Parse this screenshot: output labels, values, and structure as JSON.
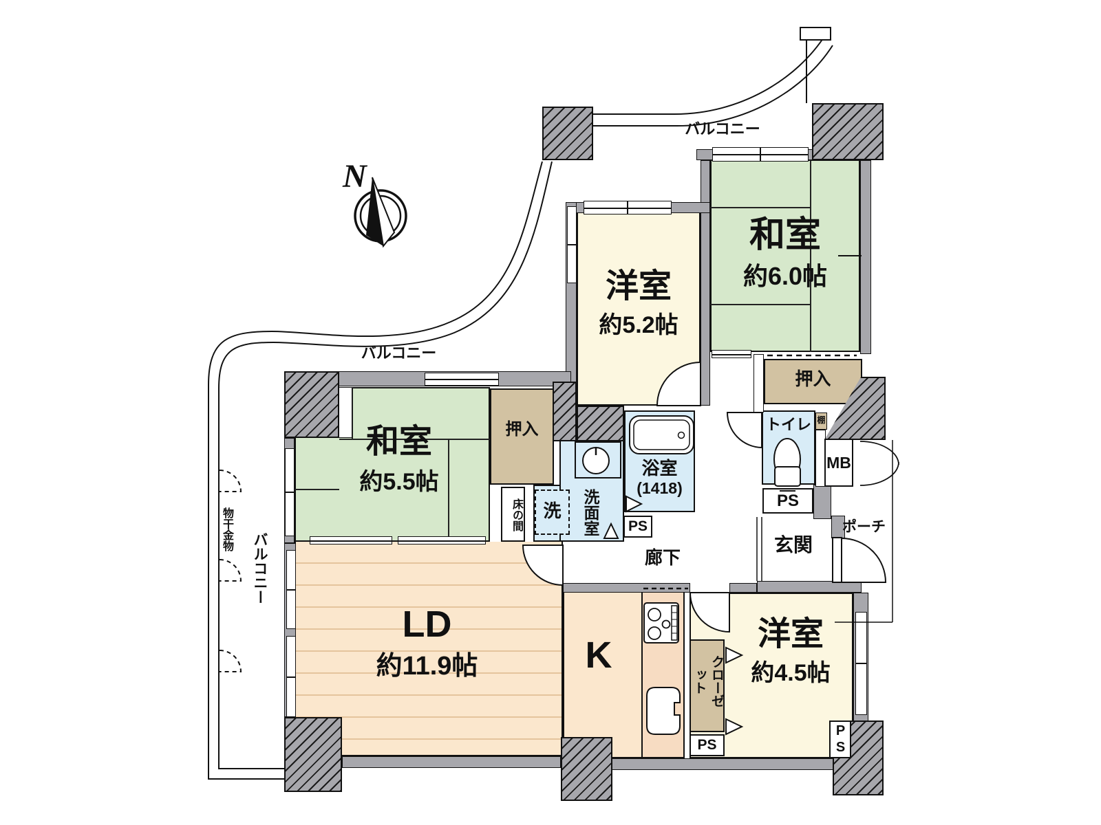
{
  "compass": {
    "north": "N"
  },
  "rooms": {
    "washitsu_6": {
      "name": "和室",
      "size": "約6.0帖"
    },
    "youshitsu_52": {
      "name": "洋室",
      "size": "約5.2帖"
    },
    "washitsu_55": {
      "name": "和室",
      "size": "約5.5帖"
    },
    "living_dining": {
      "name": "LD",
      "size": "約11.9帖"
    },
    "kitchen": {
      "name": "K"
    },
    "youshitsu_45": {
      "name": "洋室",
      "size": "約4.5帖"
    },
    "bathroom": {
      "name": "浴室",
      "size": "(1418)"
    },
    "senmenshitsu": {
      "name": "洗面室"
    },
    "toilet": {
      "name": "トイレ"
    },
    "genkan": {
      "name": "玄関"
    },
    "rouka": {
      "name": "廊下"
    },
    "porch": {
      "name": "ポーチ"
    }
  },
  "storage": {
    "oshiire_north": "押入",
    "oshiire_west": "押入",
    "closet": "クローゼット",
    "tokonoma": "床の間",
    "shelf": "棚",
    "laundry": "洗"
  },
  "balcony": {
    "top": "バルコニー",
    "middle": "バルコニー",
    "left": "バルコニー",
    "hardware": "物干金物"
  },
  "utility": {
    "mb": "MB",
    "ps_bath": "PS",
    "ps_toilet": "PS",
    "ps_closet": "PS",
    "ps_bedroom": "PS"
  },
  "colors": {
    "wall_gray": "#a7a7ac",
    "tatami_green": "#d6e8cb",
    "western_cream": "#fcf7e0",
    "wood_peach": "#fbe7cd",
    "counter": "#f7dcc2",
    "storage_tan": "#d2c2a2",
    "water_blue": "#d8ecf7",
    "line": "#1a1a1a"
  }
}
